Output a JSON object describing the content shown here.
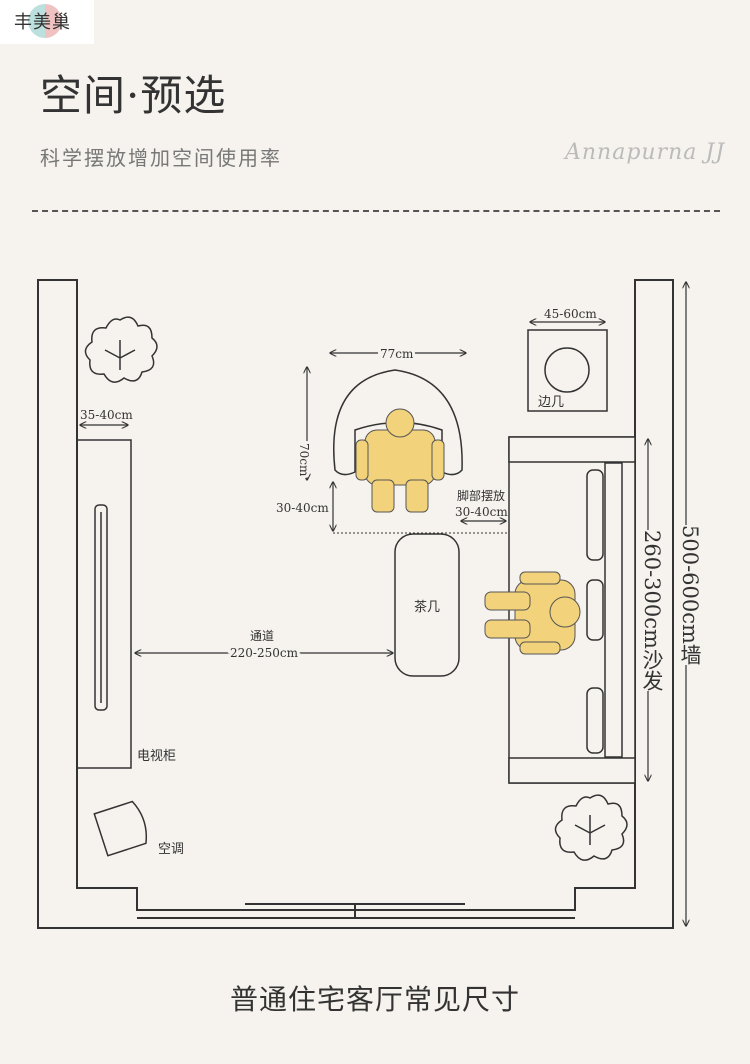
{
  "logo": {
    "text": "丰美巢"
  },
  "header": {
    "title": "空间·预选",
    "subtitle": "科学摆放增加空间使用率",
    "signature": "Annapurna JJ"
  },
  "plan": {
    "tv_depth": "35-40cm",
    "tv_cabinet": "电视柜",
    "air_conditioner": "空调",
    "armchair_width": "77cm",
    "armchair_depth": "70cm",
    "armchair_gap": "30-40cm",
    "side_table_size": "45-60cm",
    "side_table": "边几",
    "foot_space_label": "脚部摆放",
    "foot_space": "30-40cm",
    "coffee_table": "茶几",
    "passage_label": "通道",
    "passage_width": "220-250cm",
    "sofa_length": "260-300cm沙发",
    "wall_length": "500-600cm墙"
  },
  "caption": "普通住宅客厅常见尺寸",
  "colors": {
    "background": "#f6f3ee",
    "person": "#f2d27a",
    "line": "#333333"
  }
}
